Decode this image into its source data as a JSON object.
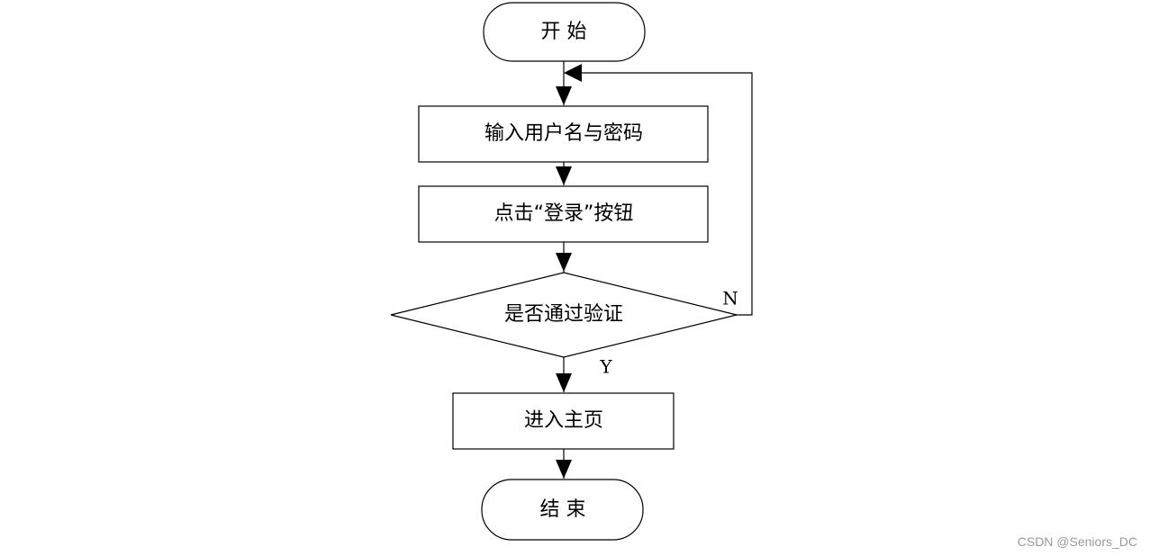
{
  "flowchart": {
    "start": "开 始",
    "step_input": "输入用户名与密码",
    "step_click": "点击“登录”按钮",
    "decision": "是否通过验证",
    "step_home": "进入主页",
    "end": "结 束",
    "label_no": "N",
    "label_yes": "Y"
  },
  "watermark": "CSDN @Seniors_DC",
  "colors": {
    "stroke": "#000000",
    "background": "#ffffff",
    "watermark": "#999999"
  }
}
